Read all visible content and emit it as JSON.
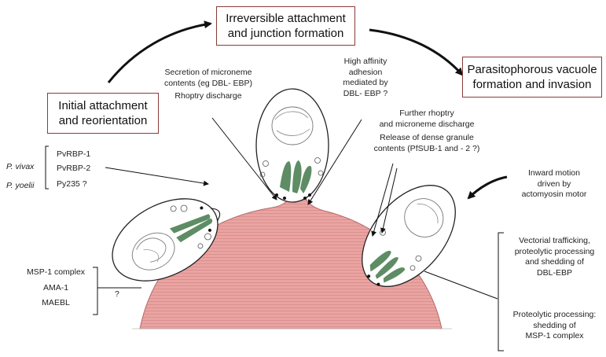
{
  "stages": {
    "initial": [
      "Initial attachment",
      "and reorientation"
    ],
    "junction": [
      "Irreversible attachment",
      "and junction formation"
    ],
    "vacuole": [
      "Parasitophorous vacuole",
      "formation and invasion"
    ]
  },
  "species": {
    "p_vivax": "P. vivax",
    "p_yoelii": "P. yoelii",
    "pvrbp1": "PvRBP-1",
    "pvrbp2": "PvRBP-2",
    "py235": "Py235 ?"
  },
  "left_surface_proteins": {
    "msp1": "MSP-1 complex",
    "ama1": "AMA-1",
    "maebl": "MAEBL",
    "question": "?"
  },
  "secretion": [
    "Secretion of microneme",
    "contents (eg DBL- EBP)",
    "Rhoptry discharge"
  ],
  "high_affinity": [
    "High affinity",
    "adhesion",
    "mediated by",
    "DBL- EBP ?"
  ],
  "further": [
    "Further rhoptry",
    "and microneme discharge",
    "Release of dense granule",
    "contents (PfSUB-1 and - 2 ?)"
  ],
  "inward": [
    "Inward motion",
    "driven by",
    "actomyosin motor"
  ],
  "vectorial": [
    "Vectorial trafficking,",
    "proteolytic processing",
    "and shedding of",
    "DBL-EBP"
  ],
  "proteolytic": [
    "Proteolytic processing:",
    "shedding of",
    "MSP-1 complex"
  ],
  "colors": {
    "host_cell": "#e89a98",
    "organelle": "#5e8c64",
    "box_border": "#8a3a3a"
  }
}
